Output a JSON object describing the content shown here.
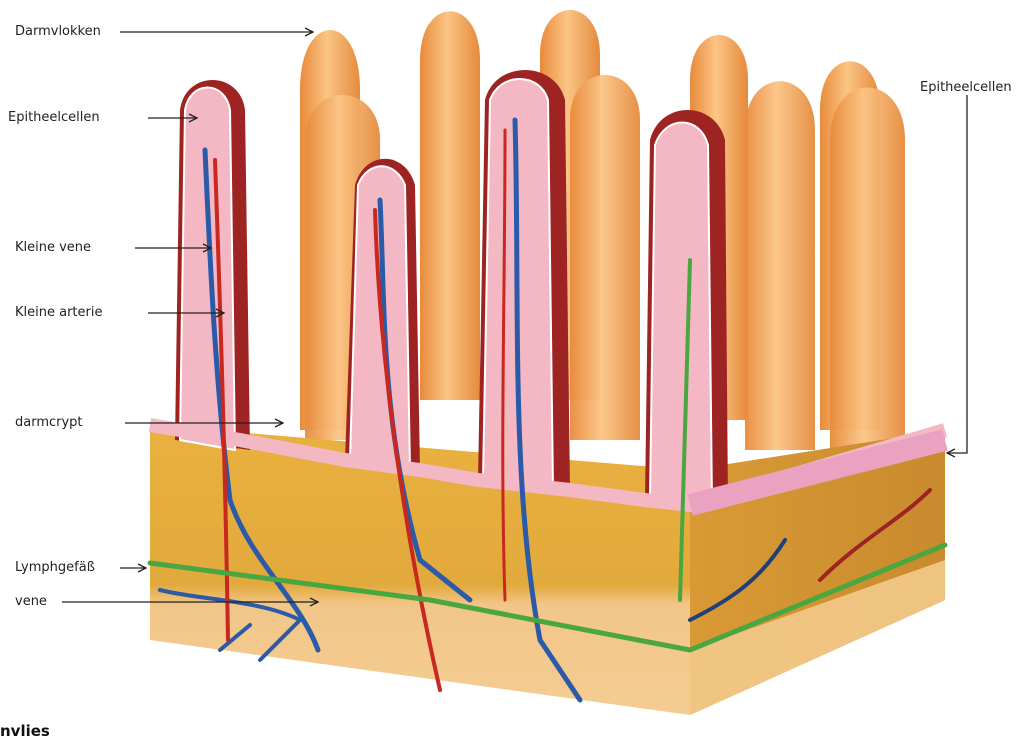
{
  "labels": {
    "darmvlokken": "Darmvlokken",
    "epitheelcellen_left": "Epitheelcellen",
    "epitheelcellen_right": "Epitheelcellen",
    "kleine_vene": "Kleine vene",
    "kleine_arterie": "Kleine arterie",
    "darmcrypt": "darmcrypt",
    "lymphgefass": "Lymphgefäß",
    "vene": "vene"
  },
  "caption": "nvlies",
  "colors": {
    "villus_orange": "#f0a050",
    "villus_light": "#fbc585",
    "epithelium_pink": "#f3b8c4",
    "tissue_dark_red": "#9e2424",
    "submucosa_yellow": "#e8b040",
    "base_tan": "#f3c98a",
    "vein_blue": "#2a5aa8",
    "artery_red": "#c8281e",
    "lymph_green": "#4aa640",
    "nucleus_teal": "#4a9ab0"
  }
}
